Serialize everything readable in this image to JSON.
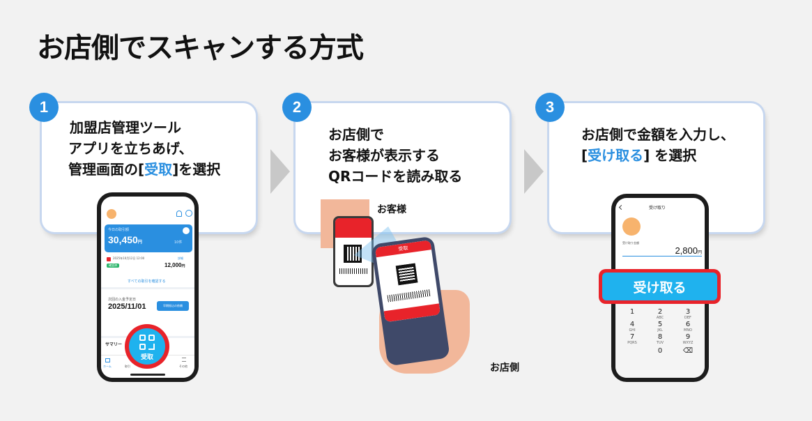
{
  "page": {
    "title": "お店側でスキャンする方式"
  },
  "steps": [
    {
      "number": "1",
      "lines": [
        "加盟店管理ツール",
        "アプリを立ちあげ、"
      ],
      "line3_pre": "管理画面の[",
      "line3_highlight": "受取",
      "line3_post": "]を選択"
    },
    {
      "number": "2",
      "lines": [
        "お店側で",
        "お客様が表示する",
        "QRコードを読み取る"
      ]
    },
    {
      "number": "3",
      "line1": "お店側で金額を入力し、",
      "line2_pre": "[",
      "line2_highlight": "受け取る",
      "line2_post": "] を選択"
    }
  ],
  "phone1": {
    "today_label": "今日の取引額",
    "amount": "30,450",
    "yen": "円",
    "count": "10件",
    "tx_date": "2025年10月12日 12:00",
    "tx_status": "確認済",
    "tx_amount": "12,000",
    "tx_detail": "詳細",
    "see_all": "すべての取引を確認する",
    "deposit_label": "次回の入金予定日",
    "deposit_date": "2025/11/01",
    "deposit_button": "早期振込の依頼",
    "summary_label": "サマリー",
    "receive_label": "受取",
    "nav_home": "ホーム",
    "nav_tx": "取引",
    "nav_other": "その他"
  },
  "step2": {
    "customer_label": "お客様",
    "store_label": "お店側",
    "scan_header": "受取"
  },
  "phone3": {
    "header": "受け取り",
    "amount_label": "受け取り金額",
    "amount": "2,800",
    "yen": "円",
    "receive_button": "受け取る",
    "keys": [
      {
        "d": "1",
        "s": ""
      },
      {
        "d": "2",
        "s": "ABC"
      },
      {
        "d": "3",
        "s": "DEF"
      },
      {
        "d": "4",
        "s": "GHI"
      },
      {
        "d": "5",
        "s": "JKL"
      },
      {
        "d": "6",
        "s": "MNO"
      },
      {
        "d": "7",
        "s": "PQRS"
      },
      {
        "d": "8",
        "s": "TUV"
      },
      {
        "d": "9",
        "s": "WXYZ"
      },
      {
        "d": "",
        "s": ""
      },
      {
        "d": "0",
        "s": ""
      },
      {
        "d": "⌫",
        "s": ""
      }
    ]
  },
  "colors": {
    "accent": "#2a8fe0",
    "red": "#e8232a",
    "cyan": "#1fb2ee",
    "arrow": "#c8c8c8"
  }
}
